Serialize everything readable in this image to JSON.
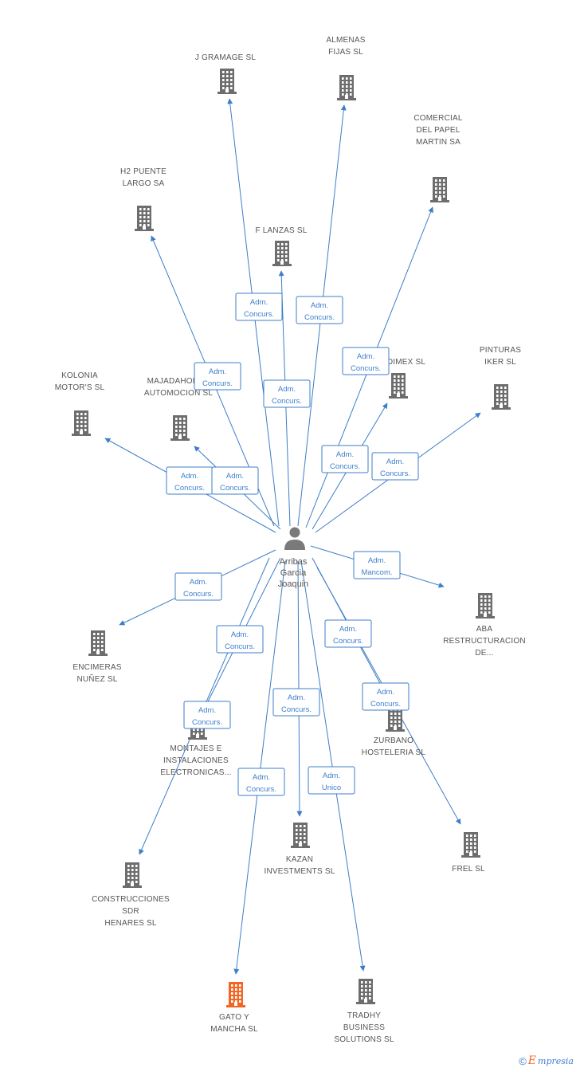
{
  "center": {
    "name": [
      "Arribas",
      "Garcia",
      "Joaquin"
    ]
  },
  "colors": {
    "edge": "#3d7ec9",
    "building": "#6d6d6d",
    "highlight": "#f26522",
    "person": "#7a7a7a"
  },
  "nodes": [
    {
      "id": "n1",
      "lines": [
        "J GRAMAGE SL"
      ]
    },
    {
      "id": "n2",
      "lines": [
        "ALMENAS",
        "FIJAS SL"
      ]
    },
    {
      "id": "n3",
      "lines": [
        "COMERCIAL",
        "DEL PAPEL",
        "MARTIN SA"
      ]
    },
    {
      "id": "n4",
      "lines": [
        "H2 PUENTE",
        "LARGO SA"
      ]
    },
    {
      "id": "n5",
      "lines": [
        "F LANZAS SL"
      ]
    },
    {
      "id": "n6",
      "lines": [
        "DIMEX SL"
      ]
    },
    {
      "id": "n7",
      "lines": [
        "PINTURAS",
        "IKER SL"
      ]
    },
    {
      "id": "n8",
      "lines": [
        "KOLONIA",
        "MOTOR'S SL"
      ]
    },
    {
      "id": "n9",
      "lines": [
        "MAJADAHONDA",
        "AUTOMOCION SL"
      ]
    },
    {
      "id": "n10",
      "lines": [
        "ABA",
        "RESTRUCTURACION",
        "DE..."
      ]
    },
    {
      "id": "n11",
      "lines": [
        "ENCIMERAS",
        "NUÑEZ SL"
      ]
    },
    {
      "id": "n12",
      "lines": [
        "ZURBANO",
        "HOSTELERIA SL"
      ]
    },
    {
      "id": "n13",
      "lines": [
        "MONTAJES E",
        "INSTALACIONES",
        "ELECTRONICAS..."
      ]
    },
    {
      "id": "n14",
      "lines": [
        "FREL SL"
      ]
    },
    {
      "id": "n15",
      "lines": [
        "KAZAN",
        "INVESTMENTS SL"
      ]
    },
    {
      "id": "n16",
      "lines": [
        "CONSTRUCCIONES",
        "SDR",
        "HENARES SL"
      ]
    },
    {
      "id": "n17",
      "lines": [
        "GATO Y",
        "MANCHA SL"
      ],
      "highlight": true
    },
    {
      "id": "n18",
      "lines": [
        "TRADHY",
        "BUSINESS",
        "SOLUTIONS SL"
      ]
    }
  ],
  "edges": [
    {
      "to": "n1",
      "lines": [
        "Adm.",
        "Concurs."
      ]
    },
    {
      "to": "n2",
      "lines": [
        "Adm.",
        "Concurs."
      ]
    },
    {
      "to": "n3",
      "lines": [
        "Adm.",
        "Concurs."
      ]
    },
    {
      "to": "n4",
      "lines": [
        "Adm.",
        "Concurs."
      ]
    },
    {
      "to": "n5",
      "lines": [
        "Adm.",
        "Concurs."
      ]
    },
    {
      "to": "n6",
      "lines": [
        "Adm.",
        "Concurs."
      ]
    },
    {
      "to": "n7",
      "lines": [
        "Adm.",
        "Concurs."
      ]
    },
    {
      "to": "n8",
      "lines": [
        "Adm.",
        "Concurs."
      ]
    },
    {
      "to": "n9",
      "lines": [
        "Adm.",
        "Concurs."
      ]
    },
    {
      "to": "n10",
      "lines": [
        "Adm.",
        "Mancom."
      ]
    },
    {
      "to": "n11",
      "lines": [
        "Adm.",
        "Concurs."
      ]
    },
    {
      "to": "n12",
      "lines": [
        "Adm.",
        "Concurs."
      ]
    },
    {
      "to": "n12b",
      "lines": [
        "Adm.",
        "Concurs."
      ]
    },
    {
      "to": "n13",
      "lines": [
        "Adm.",
        "Concurs."
      ]
    },
    {
      "to": "n13b",
      "lines": [
        "Adm.",
        "Concurs."
      ]
    },
    {
      "to": "n15",
      "lines": [
        "Adm.",
        "Concurs."
      ]
    },
    {
      "to": "n17",
      "lines": [
        "Adm.",
        "Concurs."
      ]
    },
    {
      "to": "n18",
      "lines": [
        "Adm.",
        "Unico"
      ]
    }
  ],
  "footer": {
    "copyright": "©",
    "brand_first": "E",
    "brand_rest": "mpresia"
  }
}
